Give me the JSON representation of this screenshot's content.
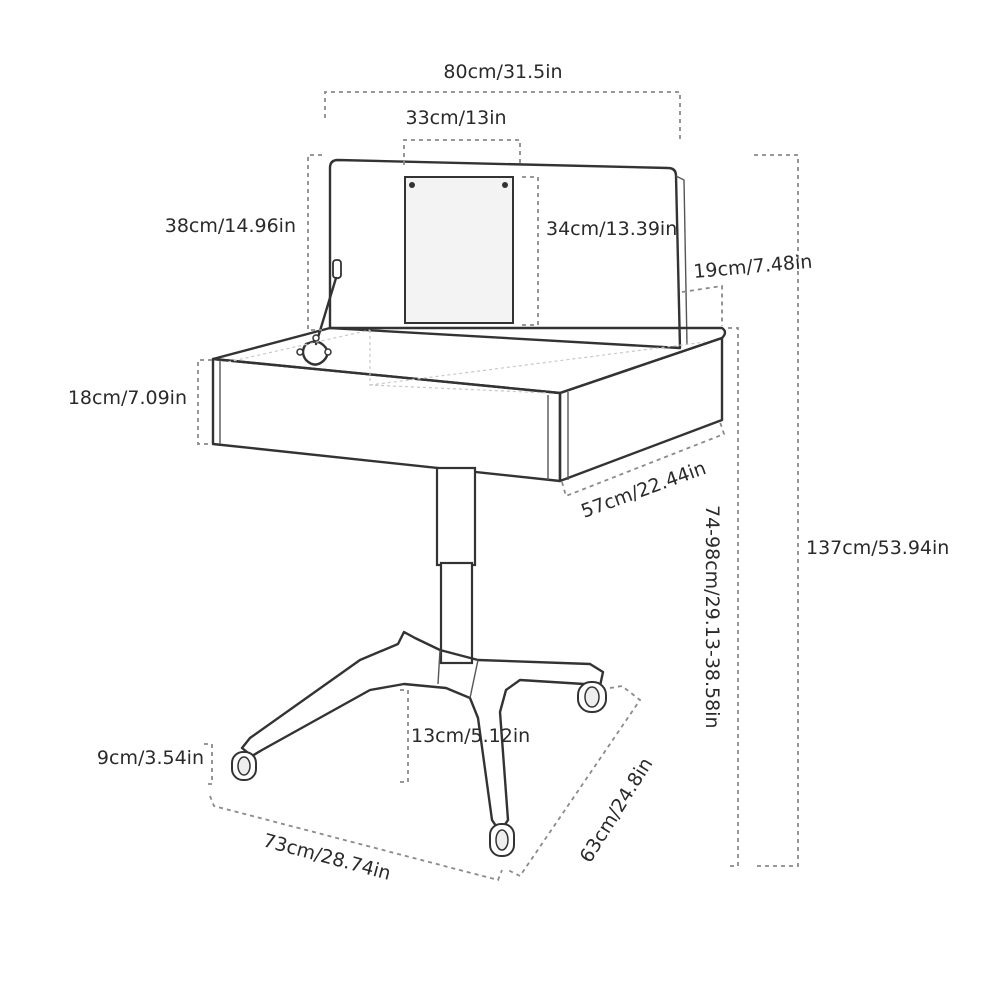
{
  "dimensions": {
    "top_width": "80cm/31.5in",
    "mirror_width": "33cm/13in",
    "lid_height": "38cm/14.96in",
    "mirror_height": "34cm/13.39in",
    "lid_depth": "19cm/7.48in",
    "drawer_height": "18cm/7.09in",
    "top_depth": "57cm/22.44in",
    "desk_height": "74-98cm/29.13-38.58in",
    "total_height": "137cm/53.94in",
    "base_height": "13cm/5.12in",
    "caster_height": "9cm/3.54in",
    "base_width": "73cm/28.74in",
    "base_depth": "63cm/24.8in"
  }
}
